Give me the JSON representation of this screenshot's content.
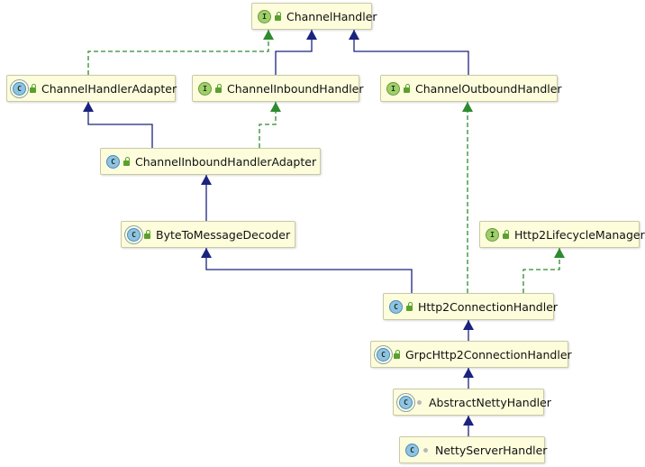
{
  "colors": {
    "extends_edge": "#1a237e",
    "implements_edge": "#2e8b2e",
    "node_fill": "#fdfddc",
    "interface_badge": "#9fcf6a",
    "class_badge": "#8ec3e4"
  },
  "nodes": {
    "channel_handler": {
      "label": "ChannelHandler",
      "badge": "I",
      "kind": "interface",
      "visibility": "public"
    },
    "channel_handler_adapter": {
      "label": "ChannelHandlerAdapter",
      "badge": "C",
      "kind": "abstract-class",
      "visibility": "public"
    },
    "channel_inbound_handler": {
      "label": "ChannelInboundHandler",
      "badge": "I",
      "kind": "interface",
      "visibility": "public"
    },
    "channel_outbound_handler": {
      "label": "ChannelOutboundHandler",
      "badge": "I",
      "kind": "interface",
      "visibility": "public"
    },
    "channel_inbound_handler_adapter": {
      "label": "ChannelInboundHandlerAdapter",
      "badge": "C",
      "kind": "class",
      "visibility": "public"
    },
    "byte_to_message_decoder": {
      "label": "ByteToMessageDecoder",
      "badge": "C",
      "kind": "abstract-class",
      "visibility": "public"
    },
    "http2_lifecycle_manager": {
      "label": "Http2LifecycleManager",
      "badge": "I",
      "kind": "interface",
      "visibility": "public"
    },
    "http2_connection_handler": {
      "label": "Http2ConnectionHandler",
      "badge": "C",
      "kind": "class",
      "visibility": "public"
    },
    "grpc_http2_connection_handler": {
      "label": "GrpcHttp2ConnectionHandler",
      "badge": "C",
      "kind": "abstract-class",
      "visibility": "public"
    },
    "abstract_netty_handler": {
      "label": "AbstractNettyHandler",
      "badge": "C",
      "kind": "abstract-class",
      "visibility": "package"
    },
    "netty_server_handler": {
      "label": "NettyServerHandler",
      "badge": "C",
      "kind": "class",
      "visibility": "package"
    }
  },
  "edges": [
    {
      "from": "channel_handler_adapter",
      "to": "channel_handler",
      "type": "implements"
    },
    {
      "from": "channel_inbound_handler",
      "to": "channel_handler",
      "type": "extends"
    },
    {
      "from": "channel_outbound_handler",
      "to": "channel_handler",
      "type": "extends"
    },
    {
      "from": "channel_inbound_handler_adapter",
      "to": "channel_handler_adapter",
      "type": "extends"
    },
    {
      "from": "channel_inbound_handler_adapter",
      "to": "channel_inbound_handler",
      "type": "implements"
    },
    {
      "from": "byte_to_message_decoder",
      "to": "channel_inbound_handler_adapter",
      "type": "extends"
    },
    {
      "from": "http2_connection_handler",
      "to": "byte_to_message_decoder",
      "type": "extends"
    },
    {
      "from": "http2_connection_handler",
      "to": "channel_outbound_handler",
      "type": "implements"
    },
    {
      "from": "http2_connection_handler",
      "to": "http2_lifecycle_manager",
      "type": "implements"
    },
    {
      "from": "grpc_http2_connection_handler",
      "to": "http2_connection_handler",
      "type": "extends"
    },
    {
      "from": "abstract_netty_handler",
      "to": "grpc_http2_connection_handler",
      "type": "extends"
    },
    {
      "from": "netty_server_handler",
      "to": "abstract_netty_handler",
      "type": "extends"
    }
  ]
}
